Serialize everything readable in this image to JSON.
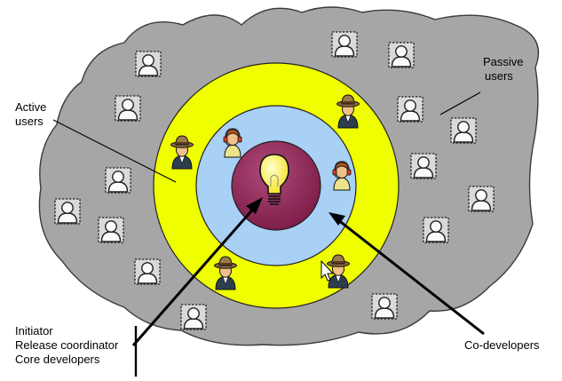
{
  "labels": {
    "passive": [
      "Passive",
      "users"
    ],
    "active": [
      "Active",
      "users"
    ],
    "core": [
      "Initiator",
      "Release coordinator",
      "Core developers"
    ],
    "codevelopers": "Co-developers"
  },
  "colors": {
    "cloud_fill": "#a6a6a6",
    "cloud_stroke": "#3a3a3a",
    "active_ring": "#f0ff00",
    "codev_ring": "#a9d0f5",
    "core_disc": "#8a2252",
    "bulb": "#fff040"
  },
  "icons": {
    "passive_user": "user-portrait-icon",
    "active_user": "fedora-man-icon",
    "codeveloper": "headset-developer-icon",
    "idea": "lightbulb-icon"
  }
}
